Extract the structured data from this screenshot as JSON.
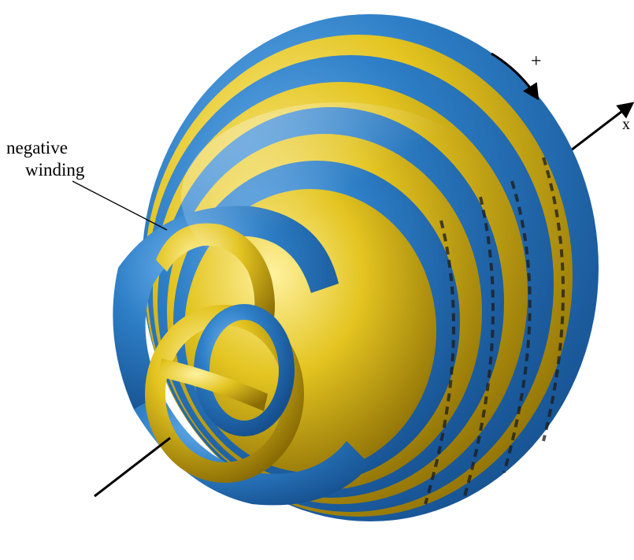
{
  "figure": {
    "annotation_line1": "negative",
    "annotation_line2": "winding",
    "rotation_sign": "+",
    "axis_label": "x"
  },
  "colors": {
    "band_a": "#2d7ec6",
    "band_b": "#e3c420",
    "shadow": "#1b1b1b",
    "background": "#ffffff"
  },
  "icons": [
    "rotation-arrow-icon",
    "axis-arrow-icon"
  ]
}
